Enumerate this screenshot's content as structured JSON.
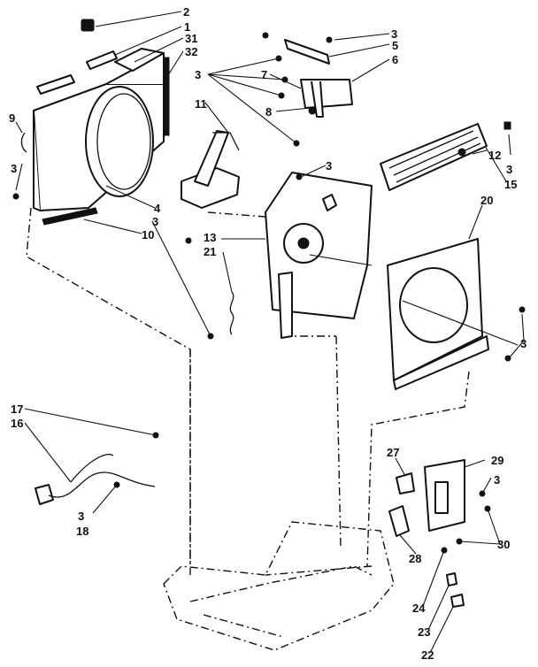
{
  "labels": {
    "l2": "2",
    "l1": "1",
    "l31": "31",
    "l32": "32",
    "l3_tr1": "3",
    "l5": "5",
    "l6": "6",
    "l3_arrows": "3",
    "l7": "7",
    "l8": "8",
    "l11": "11",
    "l9": "9",
    "l3_left": "3",
    "l4": "4",
    "l3_mid": "3",
    "l10": "10",
    "l3_plate": "3",
    "l12": "12",
    "l3_right": "3",
    "l15": "15",
    "l20": "20",
    "l13": "13",
    "l21": "21",
    "l3_orifice": "3",
    "l17": "17",
    "l16": "16",
    "l3_cord": "3",
    "l18": "18",
    "l27": "27",
    "l29": "29",
    "l3_ctrl": "3",
    "l28": "28",
    "l30": "30",
    "l24": "24",
    "l23": "23",
    "l22": "22"
  },
  "icons": [
    "screw-icon",
    "bracket-icon",
    "panel-icon"
  ]
}
